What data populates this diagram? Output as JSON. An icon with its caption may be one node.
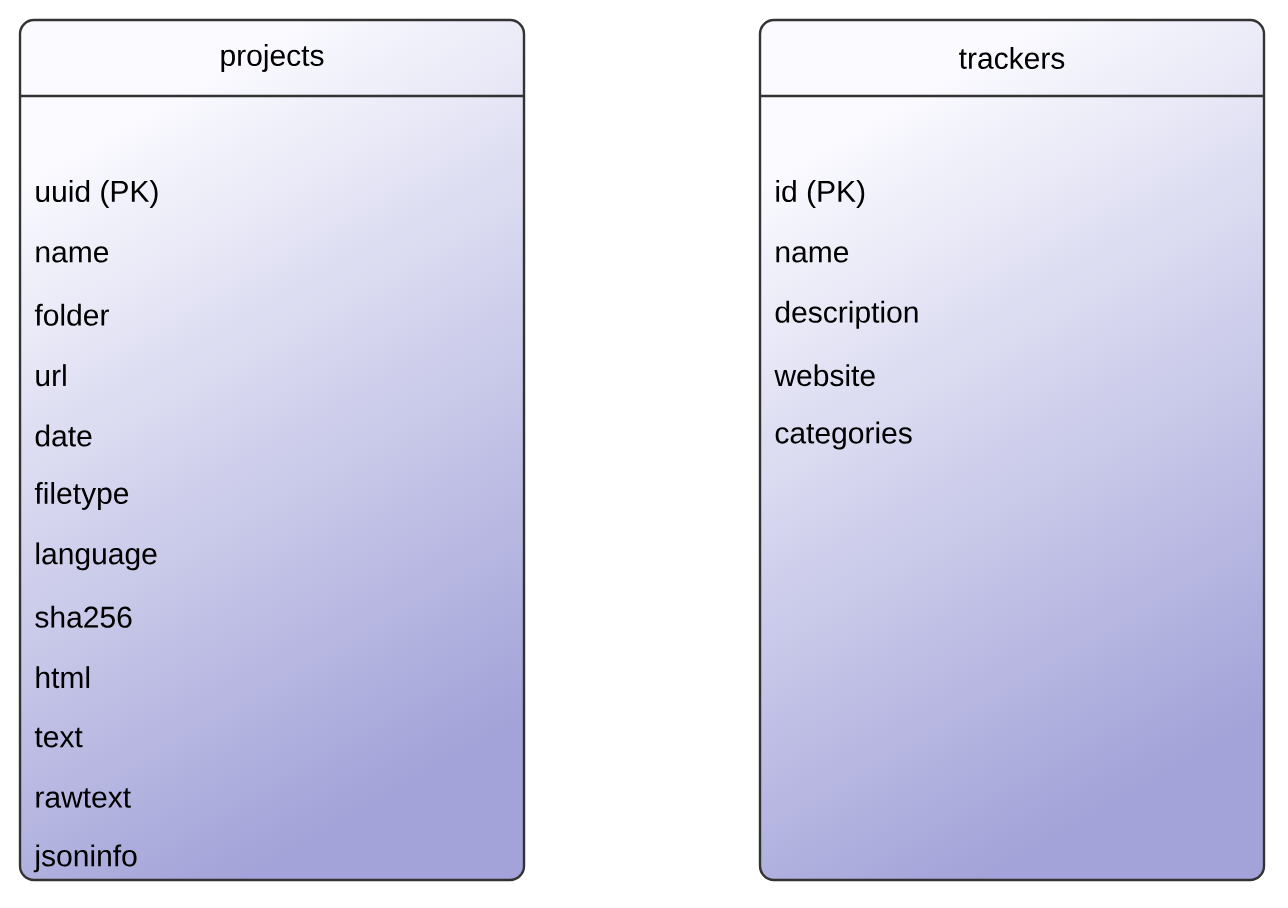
{
  "diagram": {
    "nodes": [
      {
        "text": [
          "projects",
          "uuid (PK)",
          "name",
          "folder",
          "url",
          "date",
          "filetype",
          "language",
          "sha256",
          "html",
          "text",
          "rawtext",
          "jsoninfo"
        ]
      },
      {
        "text": [
          "trackers",
          "id (PK)",
          "name",
          "description",
          "website",
          "categories"
        ]
      }
    ]
  }
}
